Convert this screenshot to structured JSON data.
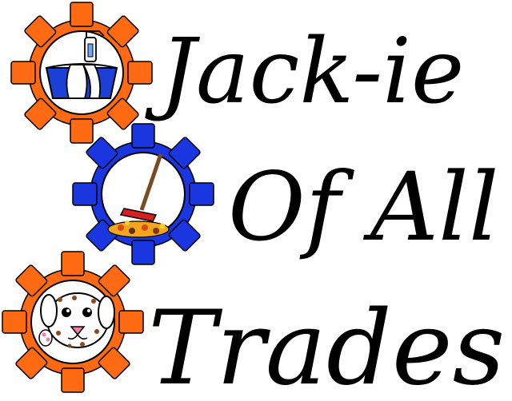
{
  "logo": {
    "line1": "Jack-ie",
    "line2": "Of All",
    "line3": "Trades"
  },
  "colors": {
    "orange_gear": "#ff6a13",
    "blue_gear": "#1a36e0",
    "ink": "#000000",
    "bucket_blue": "#1c3fd6",
    "rake_red": "#d81e1e",
    "rake_handle": "#7a4a20",
    "dog_nose": "#f47aa8",
    "dog_spots": "#8a4a1e"
  },
  "icons": {
    "gear_top": "cleaning-bucket-icon",
    "gear_middle": "rake-leaves-icon",
    "gear_bottom": "dalmatian-dog-icon"
  }
}
